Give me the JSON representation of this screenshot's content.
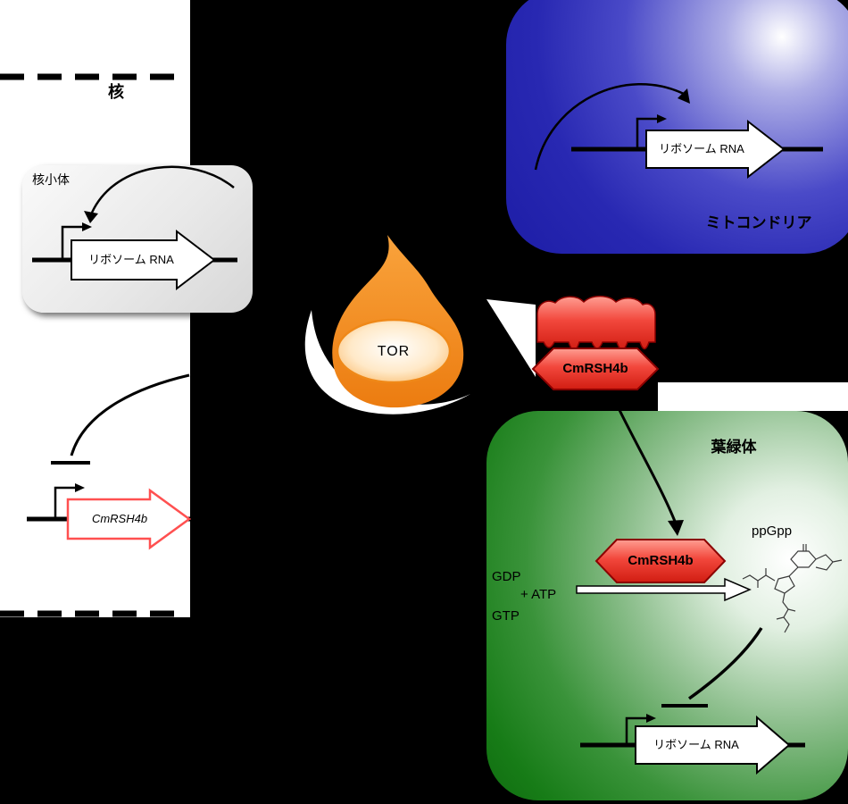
{
  "nucleus": {
    "label": "核",
    "nucleolus_label": "核小体",
    "rrna_gene_label": "リボソーム RNA",
    "cmrsh4b_gene_label": "CmRSH4b"
  },
  "tor": {
    "label": "TOR"
  },
  "cytosol_badge": {
    "label": "CmRSH4b"
  },
  "mitochondria": {
    "label": "ミトコンドリア",
    "rrna_gene_label": "リボソーム RNA"
  },
  "chloroplast": {
    "label": "葉緑体",
    "badge_label": "CmRSH4b",
    "gdp": "GDP",
    "gtp": "GTP",
    "atp": "+ ATP",
    "ppgpp": "ppGpp",
    "rrna_gene_label": "リボソーム RNA"
  },
  "colors": {
    "mitochondria_blue": "#2828b2",
    "chloroplast_green": "#177c17",
    "tor_orange": "#f08519",
    "badge_red": "#e8352a",
    "gene_outline_red": "#ff5050"
  }
}
